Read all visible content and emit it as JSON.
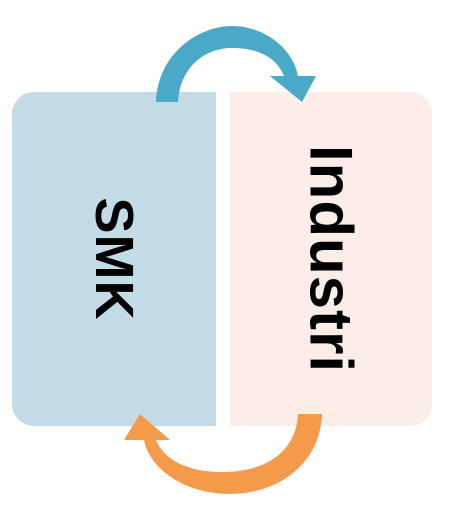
{
  "left_box": {
    "label": "SMK",
    "color": "#c3dbe6"
  },
  "right_box": {
    "label": "Industri",
    "color": "#fcede9"
  },
  "top_arrow": {
    "direction": "left-to-right",
    "color": "#4aa9c7"
  },
  "bottom_arrow": {
    "direction": "right-to-left",
    "color": "#f59a4a"
  }
}
